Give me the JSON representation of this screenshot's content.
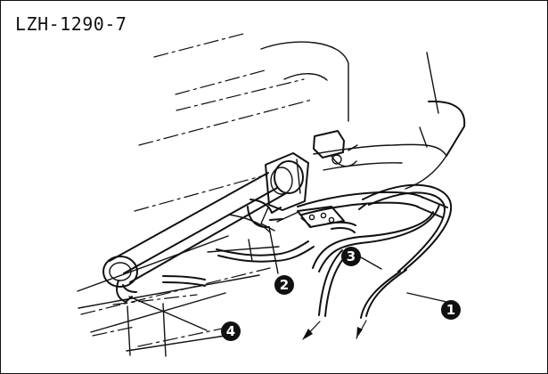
{
  "figure": {
    "model_label": "LZH-1290-7"
  },
  "callouts": [
    {
      "label": "1"
    },
    {
      "label": "2"
    },
    {
      "label": "3"
    },
    {
      "label": "4"
    }
  ]
}
